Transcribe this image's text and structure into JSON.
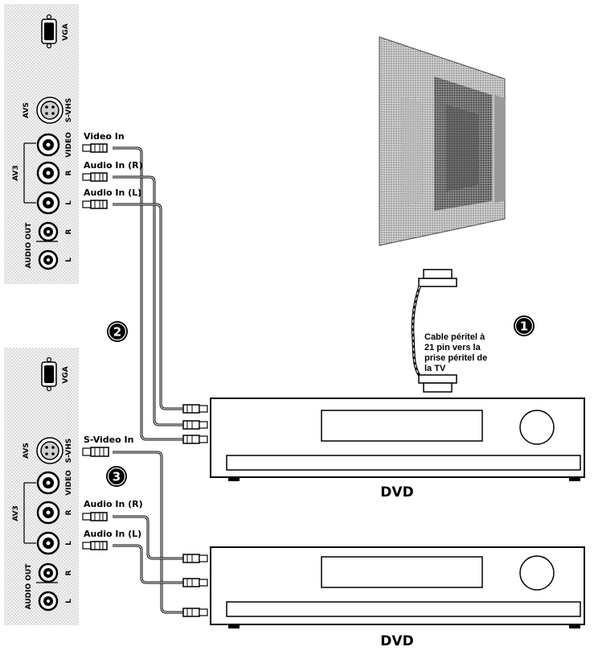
{
  "panel_top": {
    "vga_label": "VGA",
    "svhs_label": "S-VHS",
    "avs_label": "AVS",
    "video_label": "VIDEO",
    "r_label": "R",
    "l_label": "L",
    "av3_label": "AV3",
    "audio_out_label": "AUDIO OUT",
    "audio_out_r_label": "R",
    "audio_out_l_label": "L"
  },
  "panel_bottom": {
    "vga_label": "VGA",
    "svhs_label": "S-VHS",
    "avs_label": "AVS",
    "video_label": "VIDEO",
    "r_label": "R",
    "l_label": "L",
    "av3_label": "AV3",
    "audio_out_label": "AUDIO OUT",
    "audio_out_r_label": "R",
    "audio_out_l_label": "L"
  },
  "cables_top": {
    "video_in": "Video In",
    "audio_in_r": "Audio In (R)",
    "audio_in_l": "Audio In (L)"
  },
  "cables_bottom": {
    "svideo_in": "S-Video In",
    "audio_in_r": "Audio In (R)",
    "audio_in_l": "Audio In (L)"
  },
  "step_markers": [
    "1",
    "2",
    "3"
  ],
  "scart_cable_label": [
    "Cable péritel à",
    "21 pin vers la",
    "prise péritel de",
    "la TV"
  ],
  "dvd_labels": [
    "DVD",
    "DVD"
  ]
}
